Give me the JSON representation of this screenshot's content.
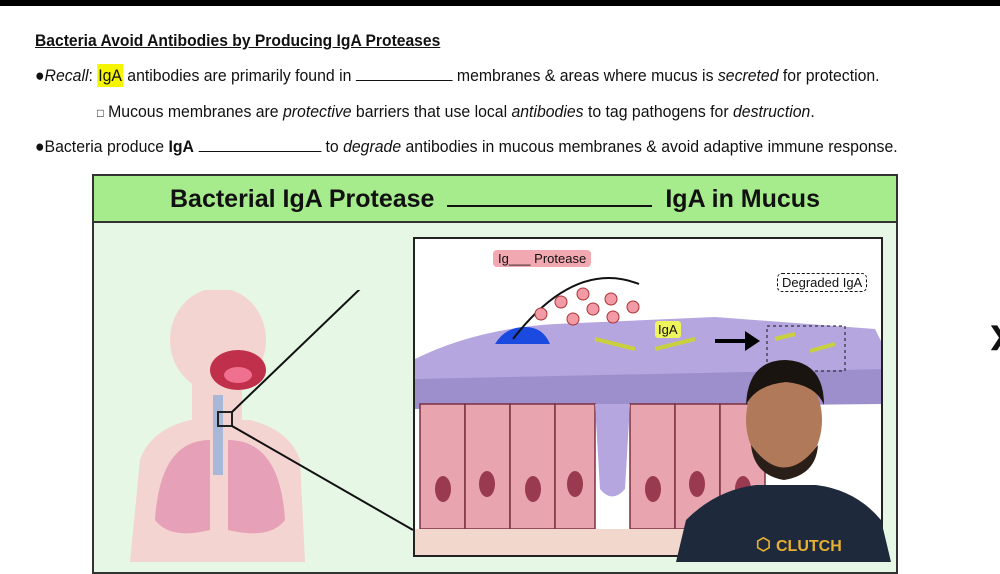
{
  "heading": "Bacteria Avoid Antibodies by Producing IgA Proteases",
  "bullet1": {
    "bullet": "●",
    "recall": "Recall",
    "colon": ": ",
    "igA": "IgA",
    "rest1": " antibodies are primarily found in ",
    "rest2": " membranes & areas where mucus is ",
    "secreted": "secreted",
    "rest3": " for protection."
  },
  "sub1": {
    "box": "□",
    "t1": " Mucous membranes are ",
    "protective": "protective",
    "t2": " barriers that use local ",
    "antibodies": "antibodies",
    "t3": " to tag pathogens for ",
    "destruction": "destruction",
    "t4": "."
  },
  "bullet2": {
    "bullet": "●",
    "t1": "Bacteria produce ",
    "igA": "IgA",
    "t2": " to ",
    "degrade": "degrade",
    "t3": " antibodies in mucous membranes & avoid adaptive immune response."
  },
  "diagram": {
    "title_left": "Bacterial IgA Protease",
    "title_right": "IgA in Mucus",
    "protease_label": "Ig___ Protease",
    "iga_label": "IgA",
    "degraded_label": "Degraded IgA"
  },
  "presenter": {
    "shirt_logo": "CLUTCH"
  }
}
